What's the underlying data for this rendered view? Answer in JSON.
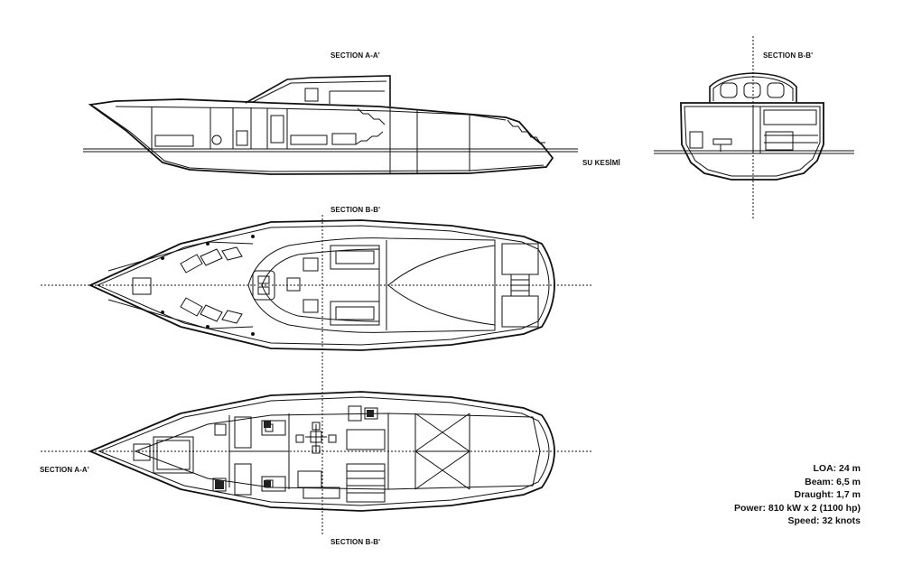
{
  "labels": {
    "section_aa_top": "SECTION A-A'",
    "section_bb_top": "SECTION B-B'",
    "waterline": "SU KESİMİ",
    "section_bb_deck": "SECTION B-B'",
    "section_aa_left": "SECTION A-A'",
    "section_bb_bottom": "SECTION B-B'"
  },
  "specs": [
    "LOA: 24 m",
    "Beam: 6,5 m",
    "Draught: 1,7 m",
    "Power: 810 kW x 2 (1100 hp)",
    "Speed: 32 knots"
  ],
  "colors": {
    "line": "#111111",
    "background": "#ffffff"
  }
}
